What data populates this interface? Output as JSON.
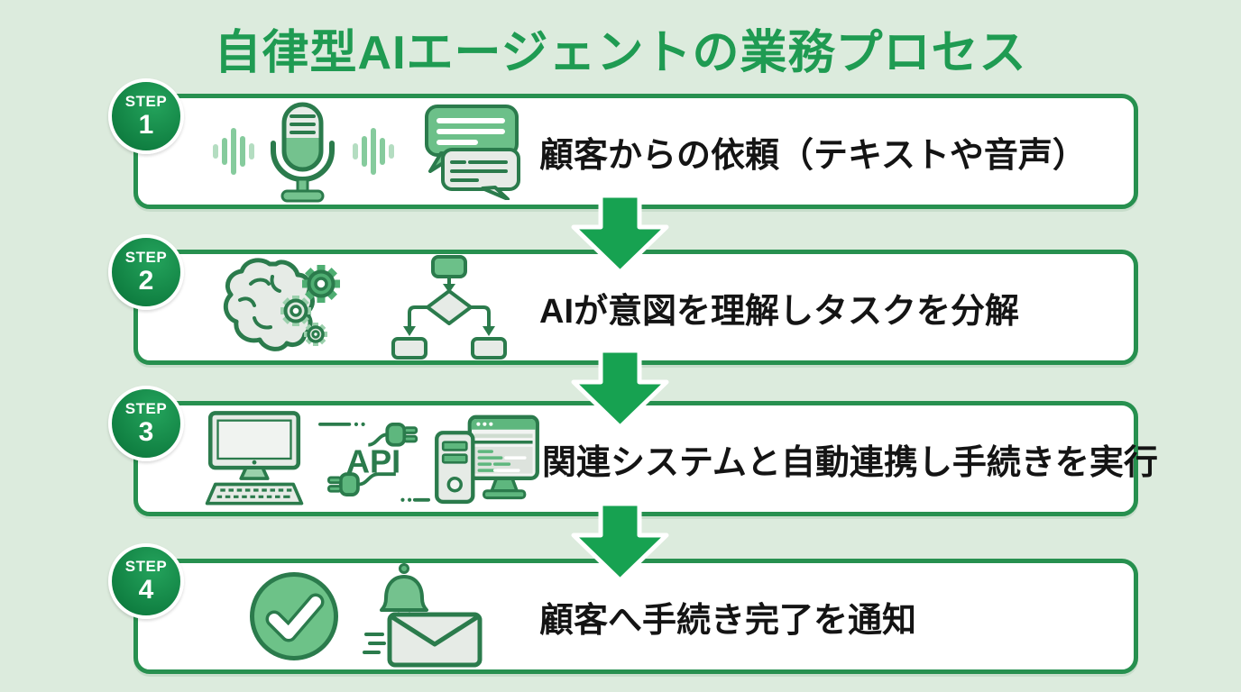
{
  "title": "自律型AIエージェントの業務プロセス",
  "colors": {
    "background": "#dcebdd",
    "title_green": "#1f9b52",
    "row_border_green": "#27904f",
    "badge_green": "#0e7c3f",
    "arrow_green": "#17a251",
    "icon_outline_green": "#2b7b4c",
    "icon_fill_green": "#6cc089",
    "icon_fill_light": "#e6ebe6",
    "text_black": "#141414"
  },
  "steps": [
    {
      "step_label": "STEP",
      "number": "1",
      "label": "顧客からの依頼（テキストや音声）",
      "icons": [
        "sound-wave-icon",
        "microphone-icon",
        "sound-wave-icon",
        "chat-bubbles-icon"
      ]
    },
    {
      "step_label": "STEP",
      "number": "2",
      "label": "AIが意図を理解しタスクを分解",
      "icons": [
        "brain-gears-icon",
        "flowchart-icon"
      ]
    },
    {
      "step_label": "STEP",
      "number": "3",
      "label": "関連システムと自動連携し手続きを実行",
      "api_label": "API",
      "icons": [
        "desktop-computer-icon",
        "api-plug-icon",
        "server-browser-icon"
      ]
    },
    {
      "step_label": "STEP",
      "number": "4",
      "label": "顧客へ手続き完了を通知",
      "icons": [
        "check-circle-icon",
        "bell-icon",
        "envelope-icon"
      ]
    }
  ]
}
